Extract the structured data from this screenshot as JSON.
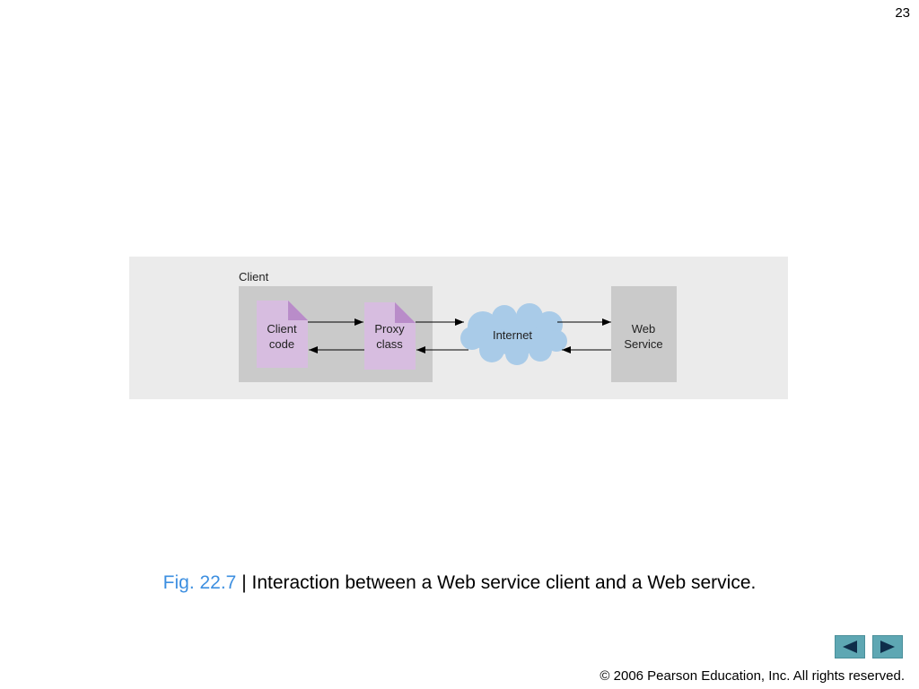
{
  "page": {
    "number": "23"
  },
  "diagram": {
    "client_group_label": "Client",
    "client_code": [
      "Client",
      "code"
    ],
    "proxy_class": [
      "Proxy",
      "class"
    ],
    "internet": "Internet",
    "web_service": [
      "Web",
      "Service"
    ]
  },
  "caption": {
    "fig_label": "Fig. 22.7",
    "separator": " | ",
    "text": "Interaction between a Web service client and a Web service."
  },
  "nav": {
    "prev_icon": "triangle-left-icon",
    "next_icon": "triangle-right-icon"
  },
  "footer": {
    "copyright": "© 2006 Pearson Education, Inc.  All rights reserved."
  },
  "colors": {
    "diagram_background": "#ebebeb",
    "client_box": "#cacaca",
    "web_service_box": "#cacaca",
    "document_fill": "#d7bde0",
    "document_fold": "#b98cc9",
    "cloud_fill": "#a9cbe8",
    "caption_fig_label": "#3d8fe0",
    "nav_button": "#5ea7b3"
  }
}
